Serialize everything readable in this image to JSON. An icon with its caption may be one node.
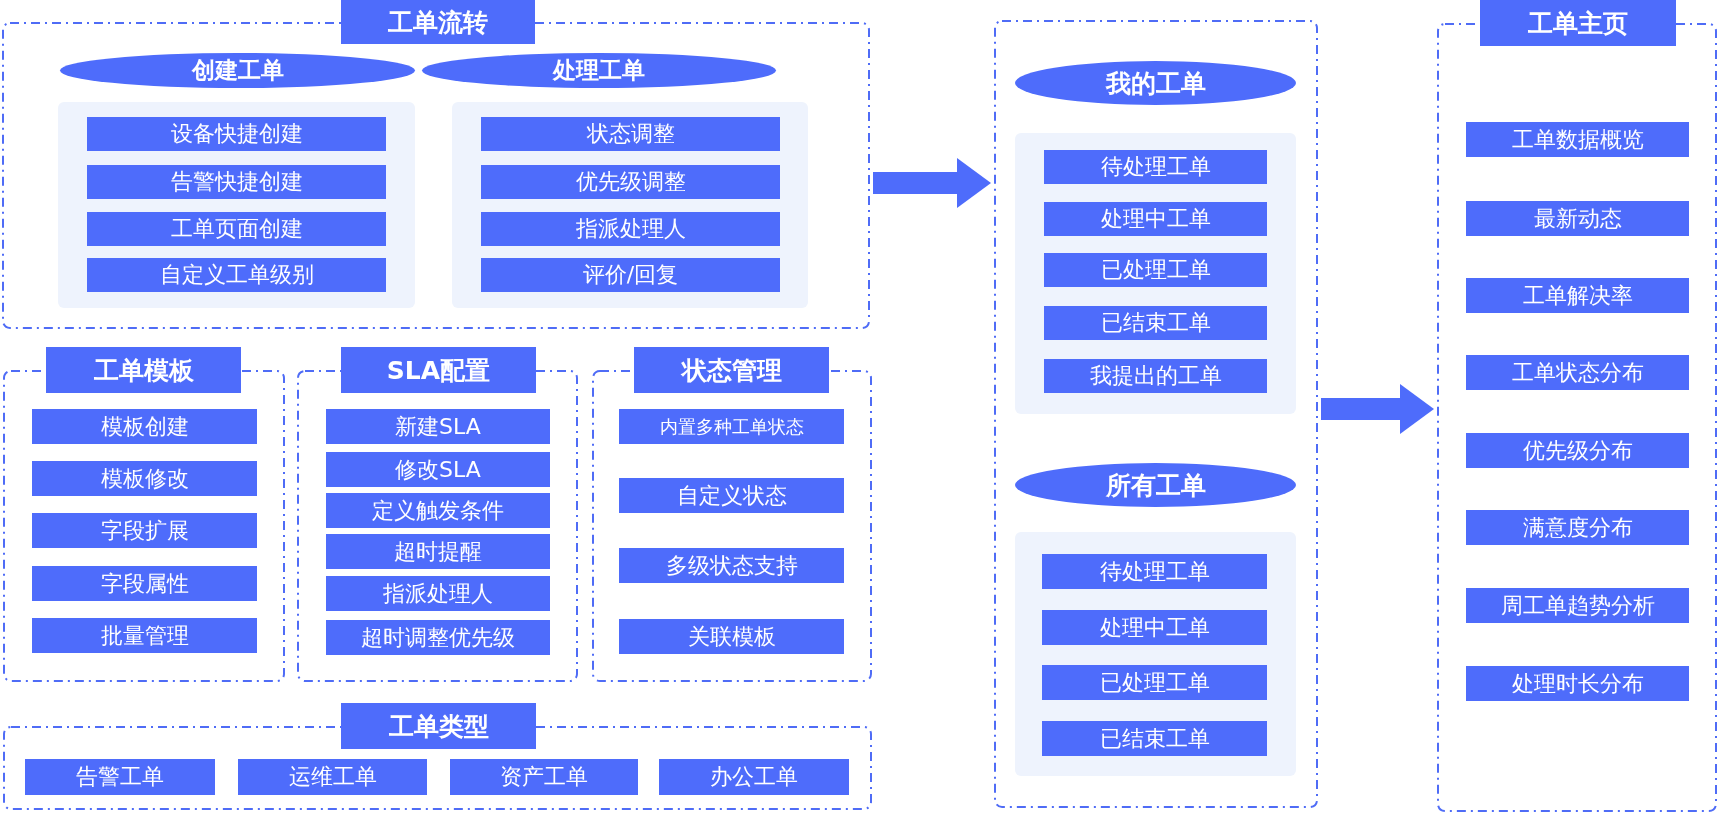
{
  "diagram": {
    "nodes": [
      {
        "text": [
          "工单流转"
        ]
      },
      {
        "text": [
          "创建工单"
        ],
        "in": 0
      },
      {
        "text": [],
        "shape": "box",
        "in": 0
      },
      {
        "text": [
          "设备快捷创建"
        ],
        "in": 2
      },
      {
        "text": [
          "告警快捷创建"
        ],
        "in": 2
      },
      {
        "text": [
          "工单页面创建"
        ],
        "in": 2
      },
      {
        "text": [
          "自定义工单级别"
        ],
        "in": 2
      },
      {
        "text": [
          "处理工单"
        ],
        "in": 0
      },
      {
        "text": [],
        "shape": "box",
        "in": 0
      },
      {
        "text": [
          "状态调整"
        ],
        "in": 8
      },
      {
        "text": [
          "优先级调整"
        ],
        "in": 8
      },
      {
        "text": [
          "指派处理人"
        ],
        "in": 8
      },
      {
        "text": [
          "评价/回复"
        ],
        "in": 8
      },
      {
        "text": [
          "工单模板"
        ]
      },
      {
        "text": [
          "模板创建"
        ],
        "in": 13
      },
      {
        "text": [
          "模板修改"
        ],
        "in": 13
      },
      {
        "text": [
          "字段扩展"
        ],
        "in": 13
      },
      {
        "text": [
          "字段属性"
        ],
        "in": 13
      },
      {
        "text": [
          "批量管理"
        ],
        "in": 13
      },
      {
        "text": [
          "SLA配置"
        ]
      },
      {
        "text": [
          "新建SLA"
        ],
        "in": 19
      },
      {
        "text": [
          "修改SLA"
        ],
        "in": 19
      },
      {
        "text": [
          "定义触发条件"
        ],
        "in": 19
      },
      {
        "text": [
          "超时提醒"
        ],
        "in": 19
      },
      {
        "text": [
          "指派处理人"
        ],
        "in": 19
      },
      {
        "text": [
          "超时调整优先级"
        ],
        "in": 19
      },
      {
        "text": [
          "状态管理"
        ]
      },
      {
        "text": [
          "内置多种工单状态"
        ],
        "in": 26
      },
      {
        "text": [
          "自定义状态"
        ],
        "in": 26
      },
      {
        "text": [
          "多级状态支持"
        ],
        "in": 26
      },
      {
        "text": [
          "关联模板"
        ],
        "in": 26
      },
      {
        "text": [
          "工单类型"
        ]
      },
      {
        "text": [
          "告警工单"
        ],
        "in": 31
      },
      {
        "text": [
          "运维工单"
        ],
        "in": 31
      },
      {
        "text": [
          "资产工单"
        ],
        "in": 31
      },
      {
        "text": [
          "办公工单"
        ],
        "in": 31
      },
      {
        "text": [],
        "shape": "box"
      },
      {
        "text": [
          "我的工单"
        ],
        "in": 36
      },
      {
        "text": [],
        "shape": "box",
        "in": 36
      },
      {
        "text": [
          "待处理工单"
        ],
        "in": 38
      },
      {
        "text": [
          "处理中工单"
        ],
        "in": 38
      },
      {
        "text": [
          "已处理工单"
        ],
        "in": 38
      },
      {
        "text": [
          "已结束工单"
        ],
        "in": 38
      },
      {
        "text": [
          "我提出的工单"
        ],
        "in": 38
      },
      {
        "text": [
          "所有工单"
        ],
        "in": 36
      },
      {
        "text": [],
        "shape": "box",
        "in": 36
      },
      {
        "text": [
          "待处理工单"
        ],
        "in": 45
      },
      {
        "text": [
          "处理中工单"
        ],
        "in": 45
      },
      {
        "text": [
          "已处理工单"
        ],
        "in": 45
      },
      {
        "text": [
          "已结束工单"
        ],
        "in": 45
      },
      {
        "text": [
          "工单主页"
        ]
      },
      {
        "text": [
          "工单数据概览"
        ],
        "in": 50
      },
      {
        "text": [
          "最新动态"
        ],
        "in": 50
      },
      {
        "text": [
          "工单解决率"
        ],
        "in": 50
      },
      {
        "text": [
          "工单状态分布"
        ],
        "in": 50
      },
      {
        "text": [
          "优先级分布"
        ],
        "in": 50
      },
      {
        "text": [
          "满意度分布"
        ],
        "in": 50
      },
      {
        "text": [
          "周工单趋势分析"
        ],
        "in": 50
      },
      {
        "text": [
          "处理时长分布"
        ],
        "in": 50
      }
    ],
    "edges": [
      {
        "from": 0,
        "to": 36,
        "arrow": "to"
      },
      {
        "from": 36,
        "to": 50,
        "arrow": "to"
      }
    ]
  }
}
